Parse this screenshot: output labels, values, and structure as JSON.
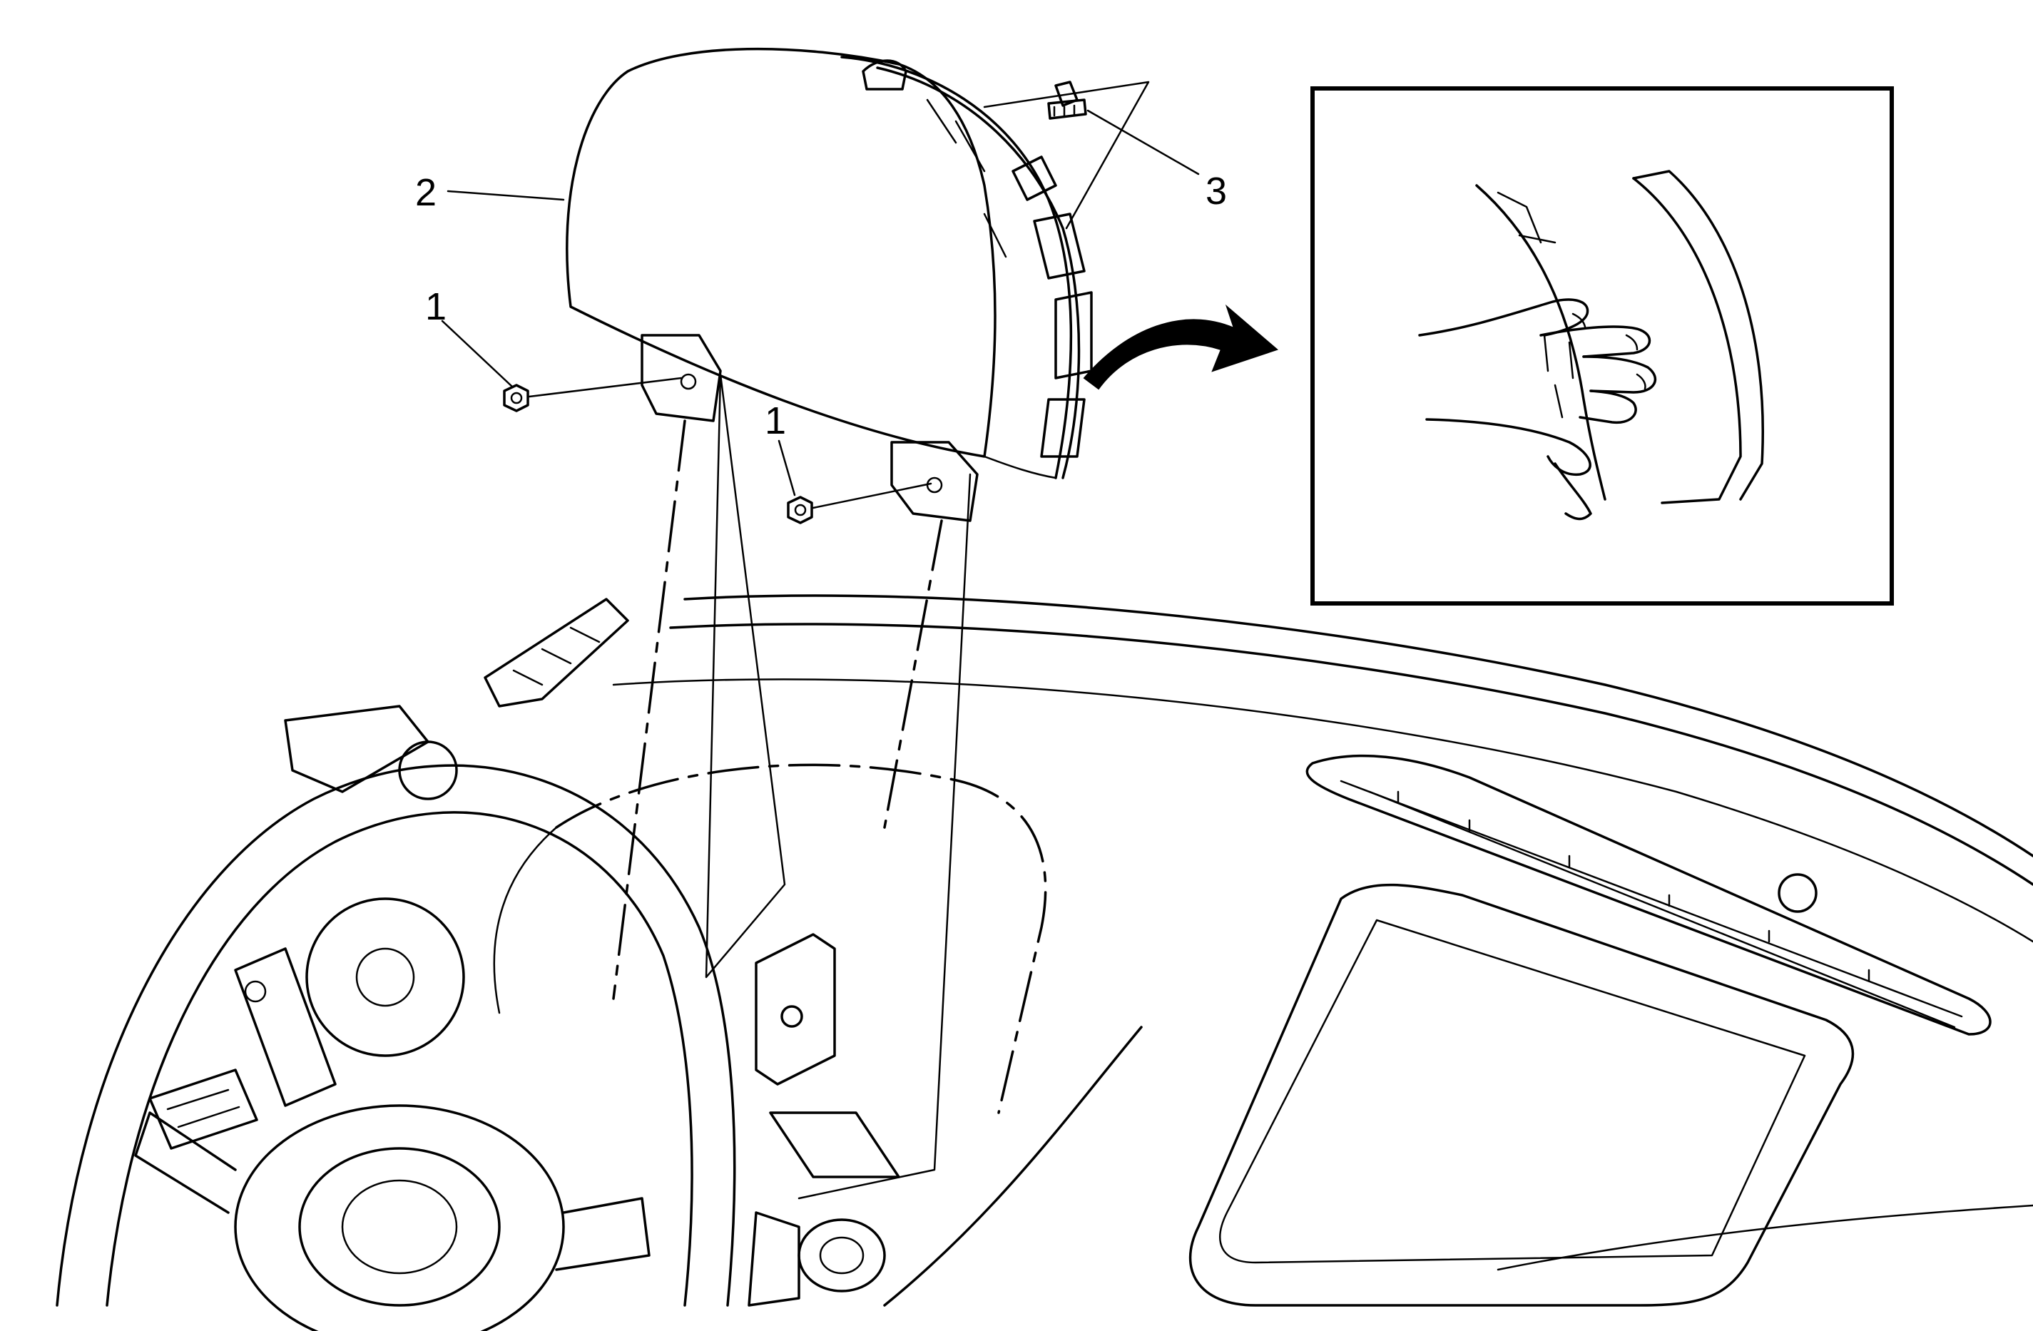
{
  "callouts": {
    "c1a": "1",
    "c1b": "1",
    "c2": "2",
    "c3": "3"
  },
  "colors": {
    "ink": "#000000",
    "paper": "#ffffff"
  }
}
